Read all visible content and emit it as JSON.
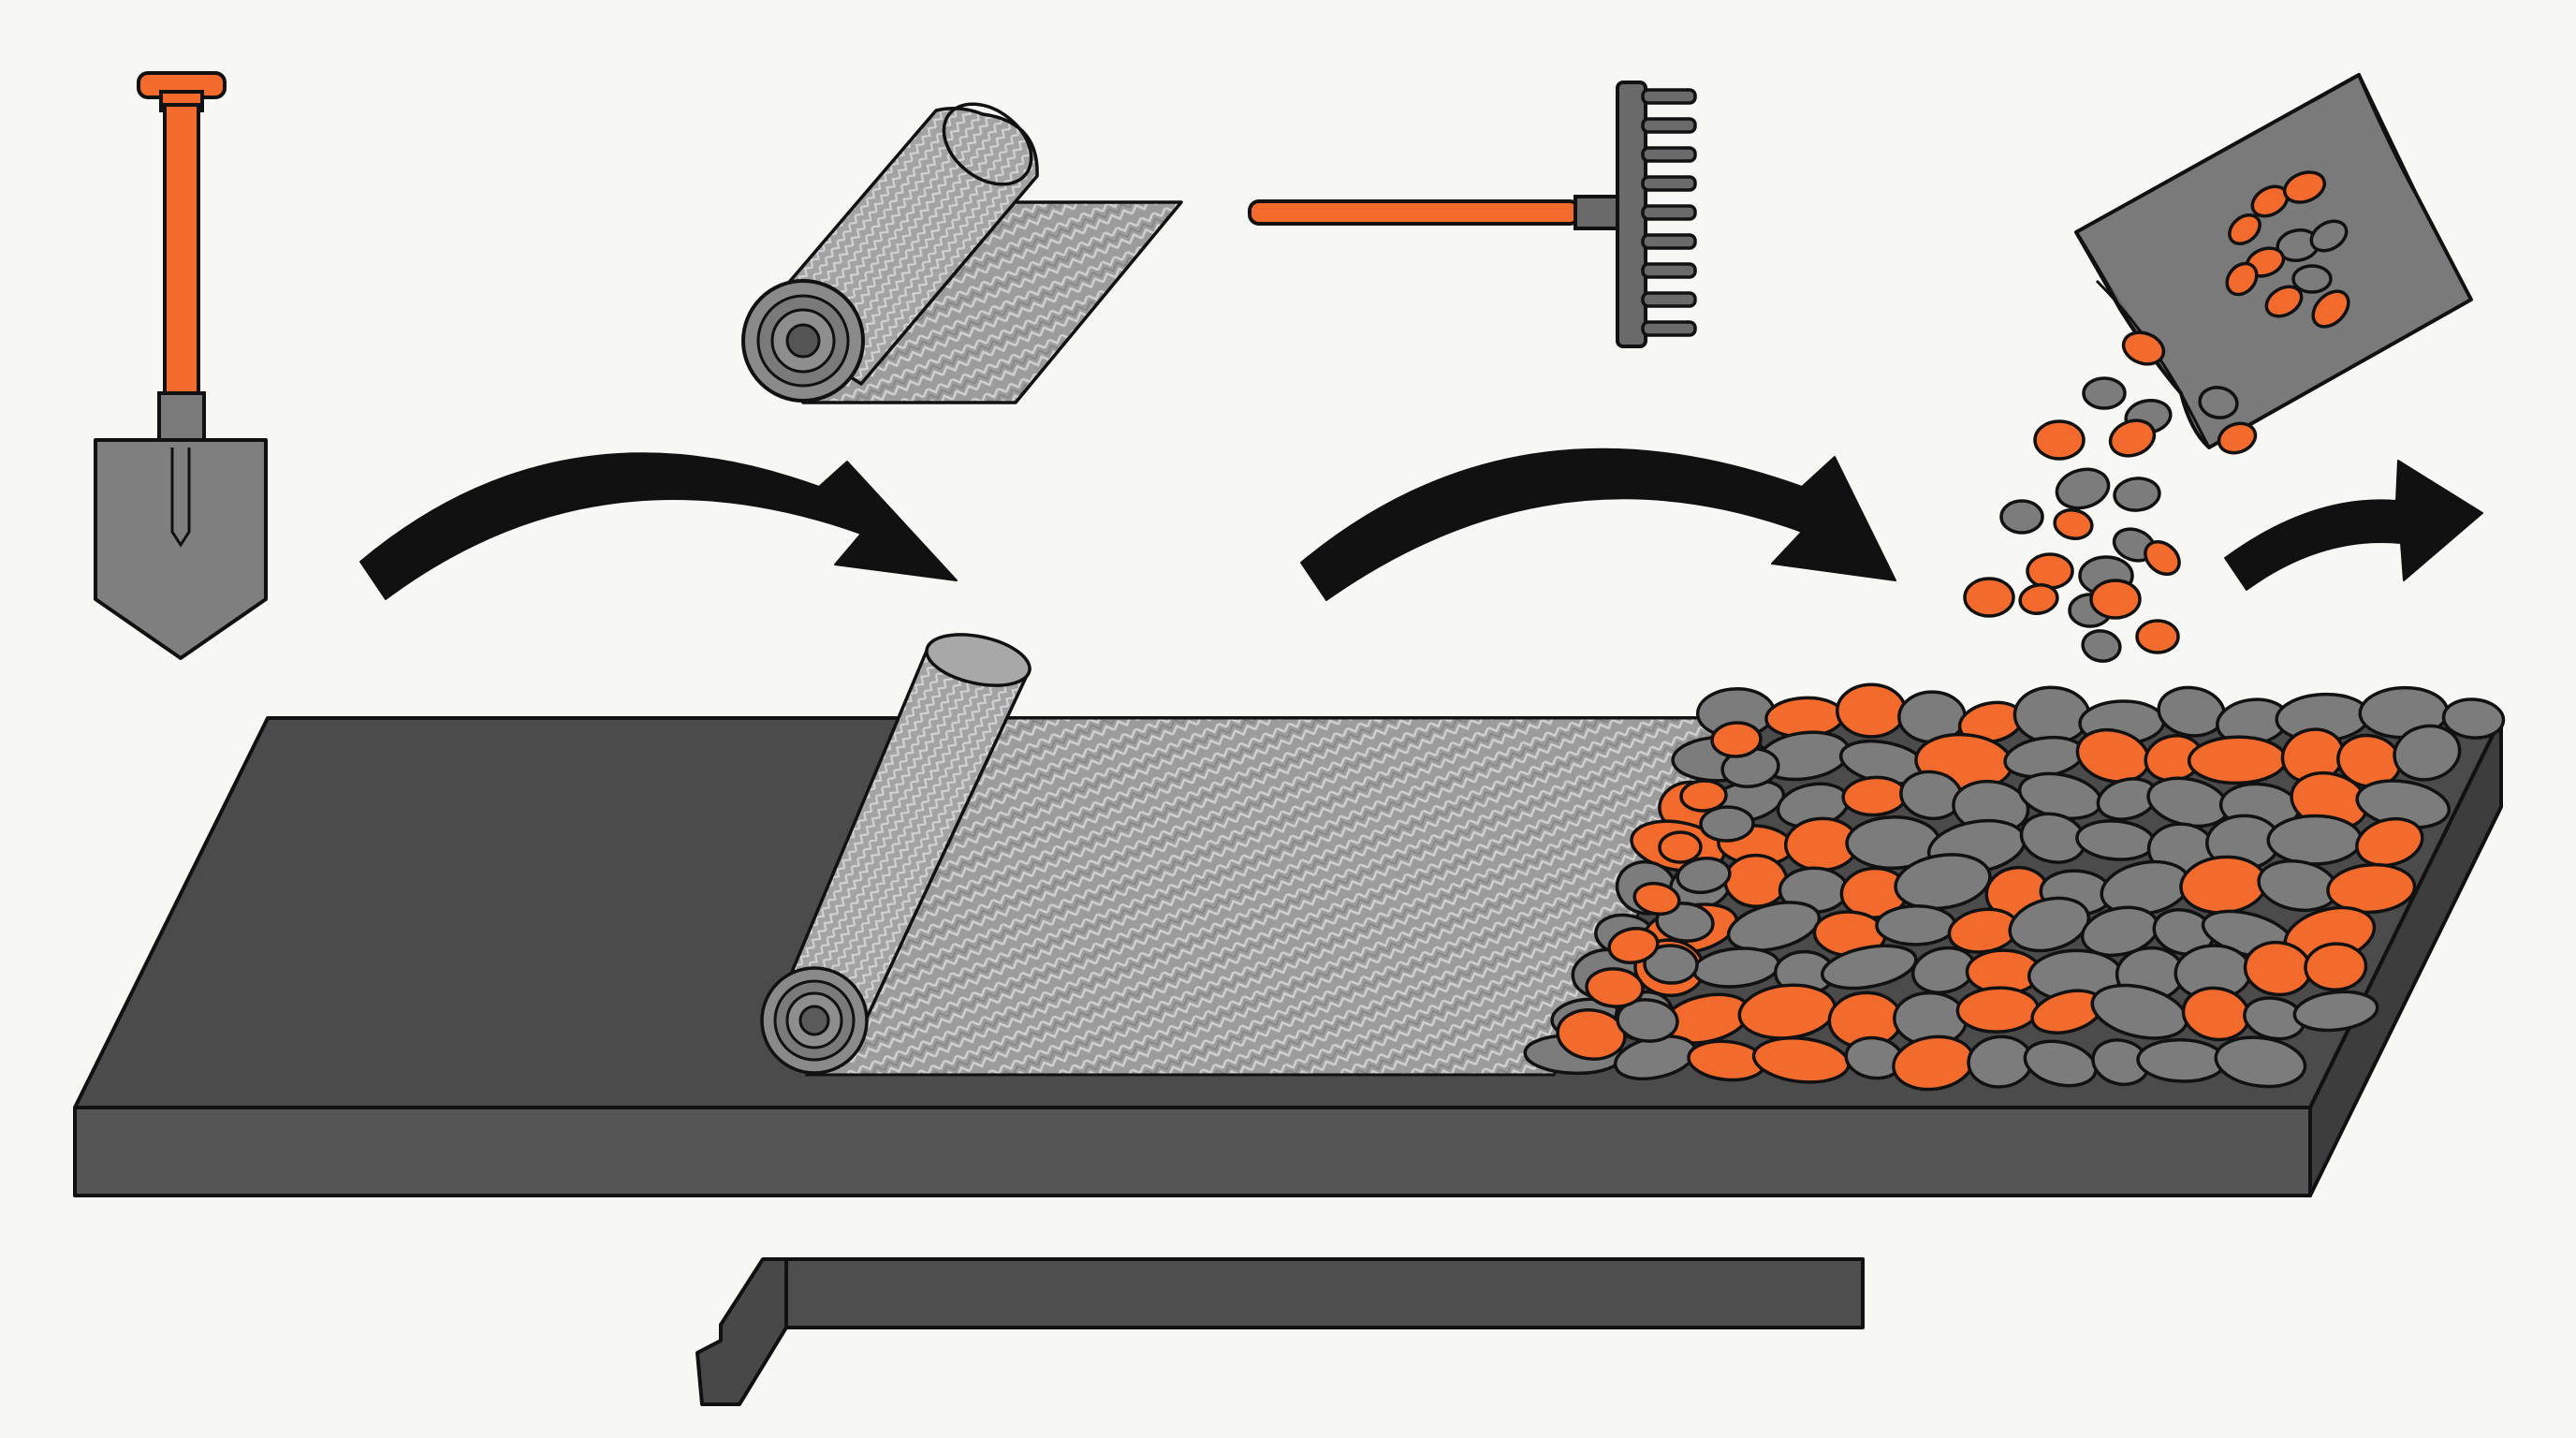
{
  "diagram": {
    "steps": [
      {
        "id": "excavate",
        "tool": "shovel-icon"
      },
      {
        "id": "lay-fabric",
        "tool": "fabric-roll-icon"
      },
      {
        "id": "level",
        "tool": "rake-icon"
      },
      {
        "id": "add-gravel",
        "tool": "gravel-bag-icon"
      },
      {
        "id": "install-edging",
        "tool": "edging-strip-icon"
      }
    ],
    "arrows": [
      {
        "from": "excavate",
        "to": "lay-fabric"
      },
      {
        "from": "lay-fabric",
        "to": "add-gravel"
      },
      {
        "from": "add-gravel",
        "to": "finish"
      }
    ]
  },
  "colors": {
    "background": "#f7f7f4",
    "orange": "#f26b2c",
    "dark_gray": "#4e4e4e",
    "mid_gray": "#7c7c7c",
    "fabric": "#a2a2a2",
    "outline": "#111111"
  }
}
